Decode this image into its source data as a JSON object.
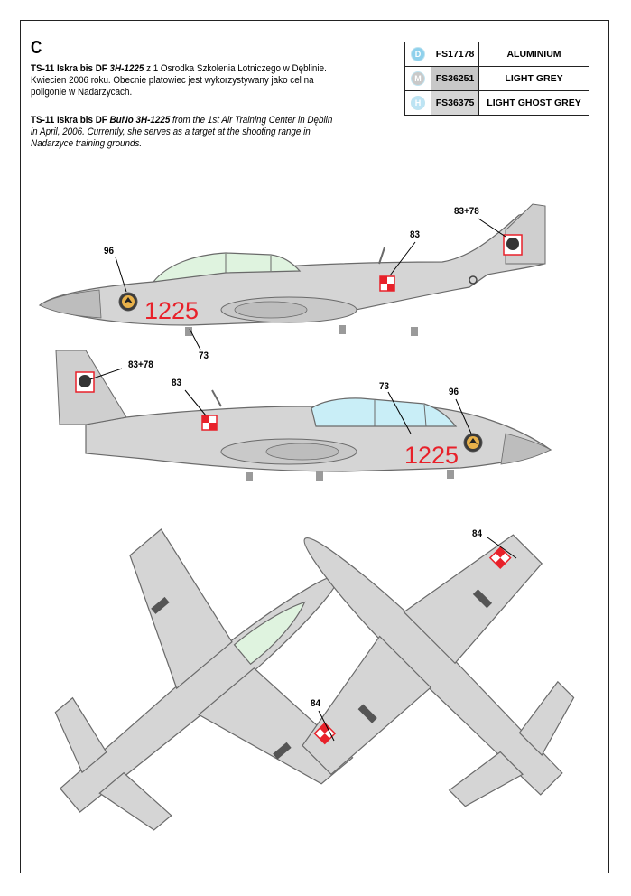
{
  "header": {
    "letter": "C"
  },
  "description_pl": {
    "lead_bold": "TS-11 Iskra bis DF ",
    "serial": "3H-1225",
    "line1_rest": " z 1 Osrodka Szkolenia Lotniczego w Dęblinie.",
    "line2": "Kwiecien 2006 roku. Obecnie platowiec jest wykorzystywany jako cel na",
    "line3": "poligonie w Nadarzycach."
  },
  "description_en": {
    "lead_bold": "TS-11 Iskra bis DF ",
    "serial": "BuNo 3H-1225",
    "line1_rest": " from the 1st Air Training Center in Dęblin",
    "line2": "in April, 2006. Currently, she serves as a target at the shooting range in",
    "line3": "Nadarzyce training grounds."
  },
  "legend": [
    {
      "letter": "D",
      "code": "FS17178",
      "name": "ALUMINIUM",
      "color": "#8fd1ec",
      "code_bg": "#ffffff"
    },
    {
      "letter": "M",
      "code": "FS36251",
      "name": "LIGHT GREY",
      "color": "#c9c9c9",
      "code_bg": "#c8c8c8"
    },
    {
      "letter": "H",
      "code": "FS36375",
      "name": "LIGHT GHOST GREY",
      "color": "#bde4f4",
      "code_bg": "#d6d6d6"
    }
  ],
  "callouts": {
    "top_96": "96",
    "top_83_78": "83+78",
    "top_83": "83",
    "top_73": "73",
    "mid_83_78": "83+78",
    "mid_83": "83",
    "mid_73": "73",
    "mid_96": "96",
    "plan_84_right": "84",
    "plan_84_left": "84"
  },
  "aircraft": {
    "serial_number": "1225",
    "body_color": "#d5d5d5",
    "outline_color": "#6a6a6a",
    "canopy_color": "#dff3df",
    "canopy_color_port": "#c9eef7",
    "marking_red": "#e8212a"
  }
}
